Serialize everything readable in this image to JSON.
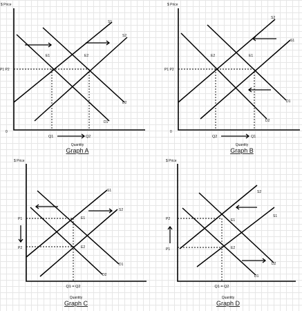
{
  "graphs": [
    {
      "price_axis": "$ Price",
      "price_tick": "P1 P2",
      "origin": "0",
      "q_left": "Q1",
      "q_right": "Q2",
      "quantity": "Quantity",
      "title": "Graph A",
      "points": [
        "E1",
        "E2"
      ],
      "supply": [
        "S1",
        "S2"
      ],
      "demand": [
        "D1",
        "D2"
      ]
    },
    {
      "price_axis": "$ Price",
      "price_tick": "P1 P2",
      "origin": "0",
      "q_left": "Q2",
      "q_right": "Q1",
      "quantity": "Quantity",
      "title": "Graph B",
      "points": [
        "E2",
        "E1"
      ],
      "supply": [
        "S2",
        "S1"
      ],
      "demand": [
        "D1",
        "D2"
      ]
    },
    {
      "price_axis": "$ Price",
      "price_top": "P1",
      "price_bottom": "P2",
      "q_label": "Q1 = Q2",
      "quantity": "Quantity",
      "title": "Graph C",
      "points": [
        "E1",
        "E2"
      ],
      "supply": [
        "S1",
        "S2"
      ],
      "demand": [
        "D1",
        "D2"
      ]
    },
    {
      "price_axis": "$ Price",
      "price_top": "P2",
      "price_bottom": "P1",
      "q_label": "Q1 = Q2",
      "quantity": "Quantity",
      "title": "Graph D",
      "points": [
        "E1",
        "E2"
      ],
      "supply": [
        "S2",
        "S1"
      ],
      "demand": [
        "D1",
        "D2"
      ]
    }
  ]
}
